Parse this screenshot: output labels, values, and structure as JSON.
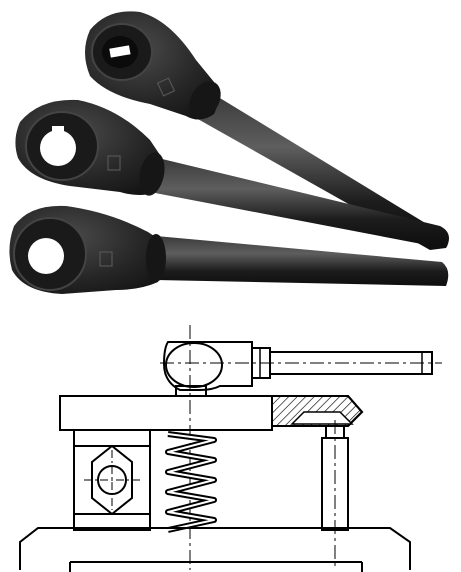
{
  "figure": {
    "photo_items": [
      "wrench-top",
      "wrench-middle",
      "wrench-bottom"
    ],
    "colors": {
      "handle": "#1f1f1f",
      "handle_highlight": "#5a5a5a",
      "bore": "#ffffff",
      "drawing_line": "#000000",
      "hatch": "#000000",
      "background": "#ffffff"
    }
  }
}
